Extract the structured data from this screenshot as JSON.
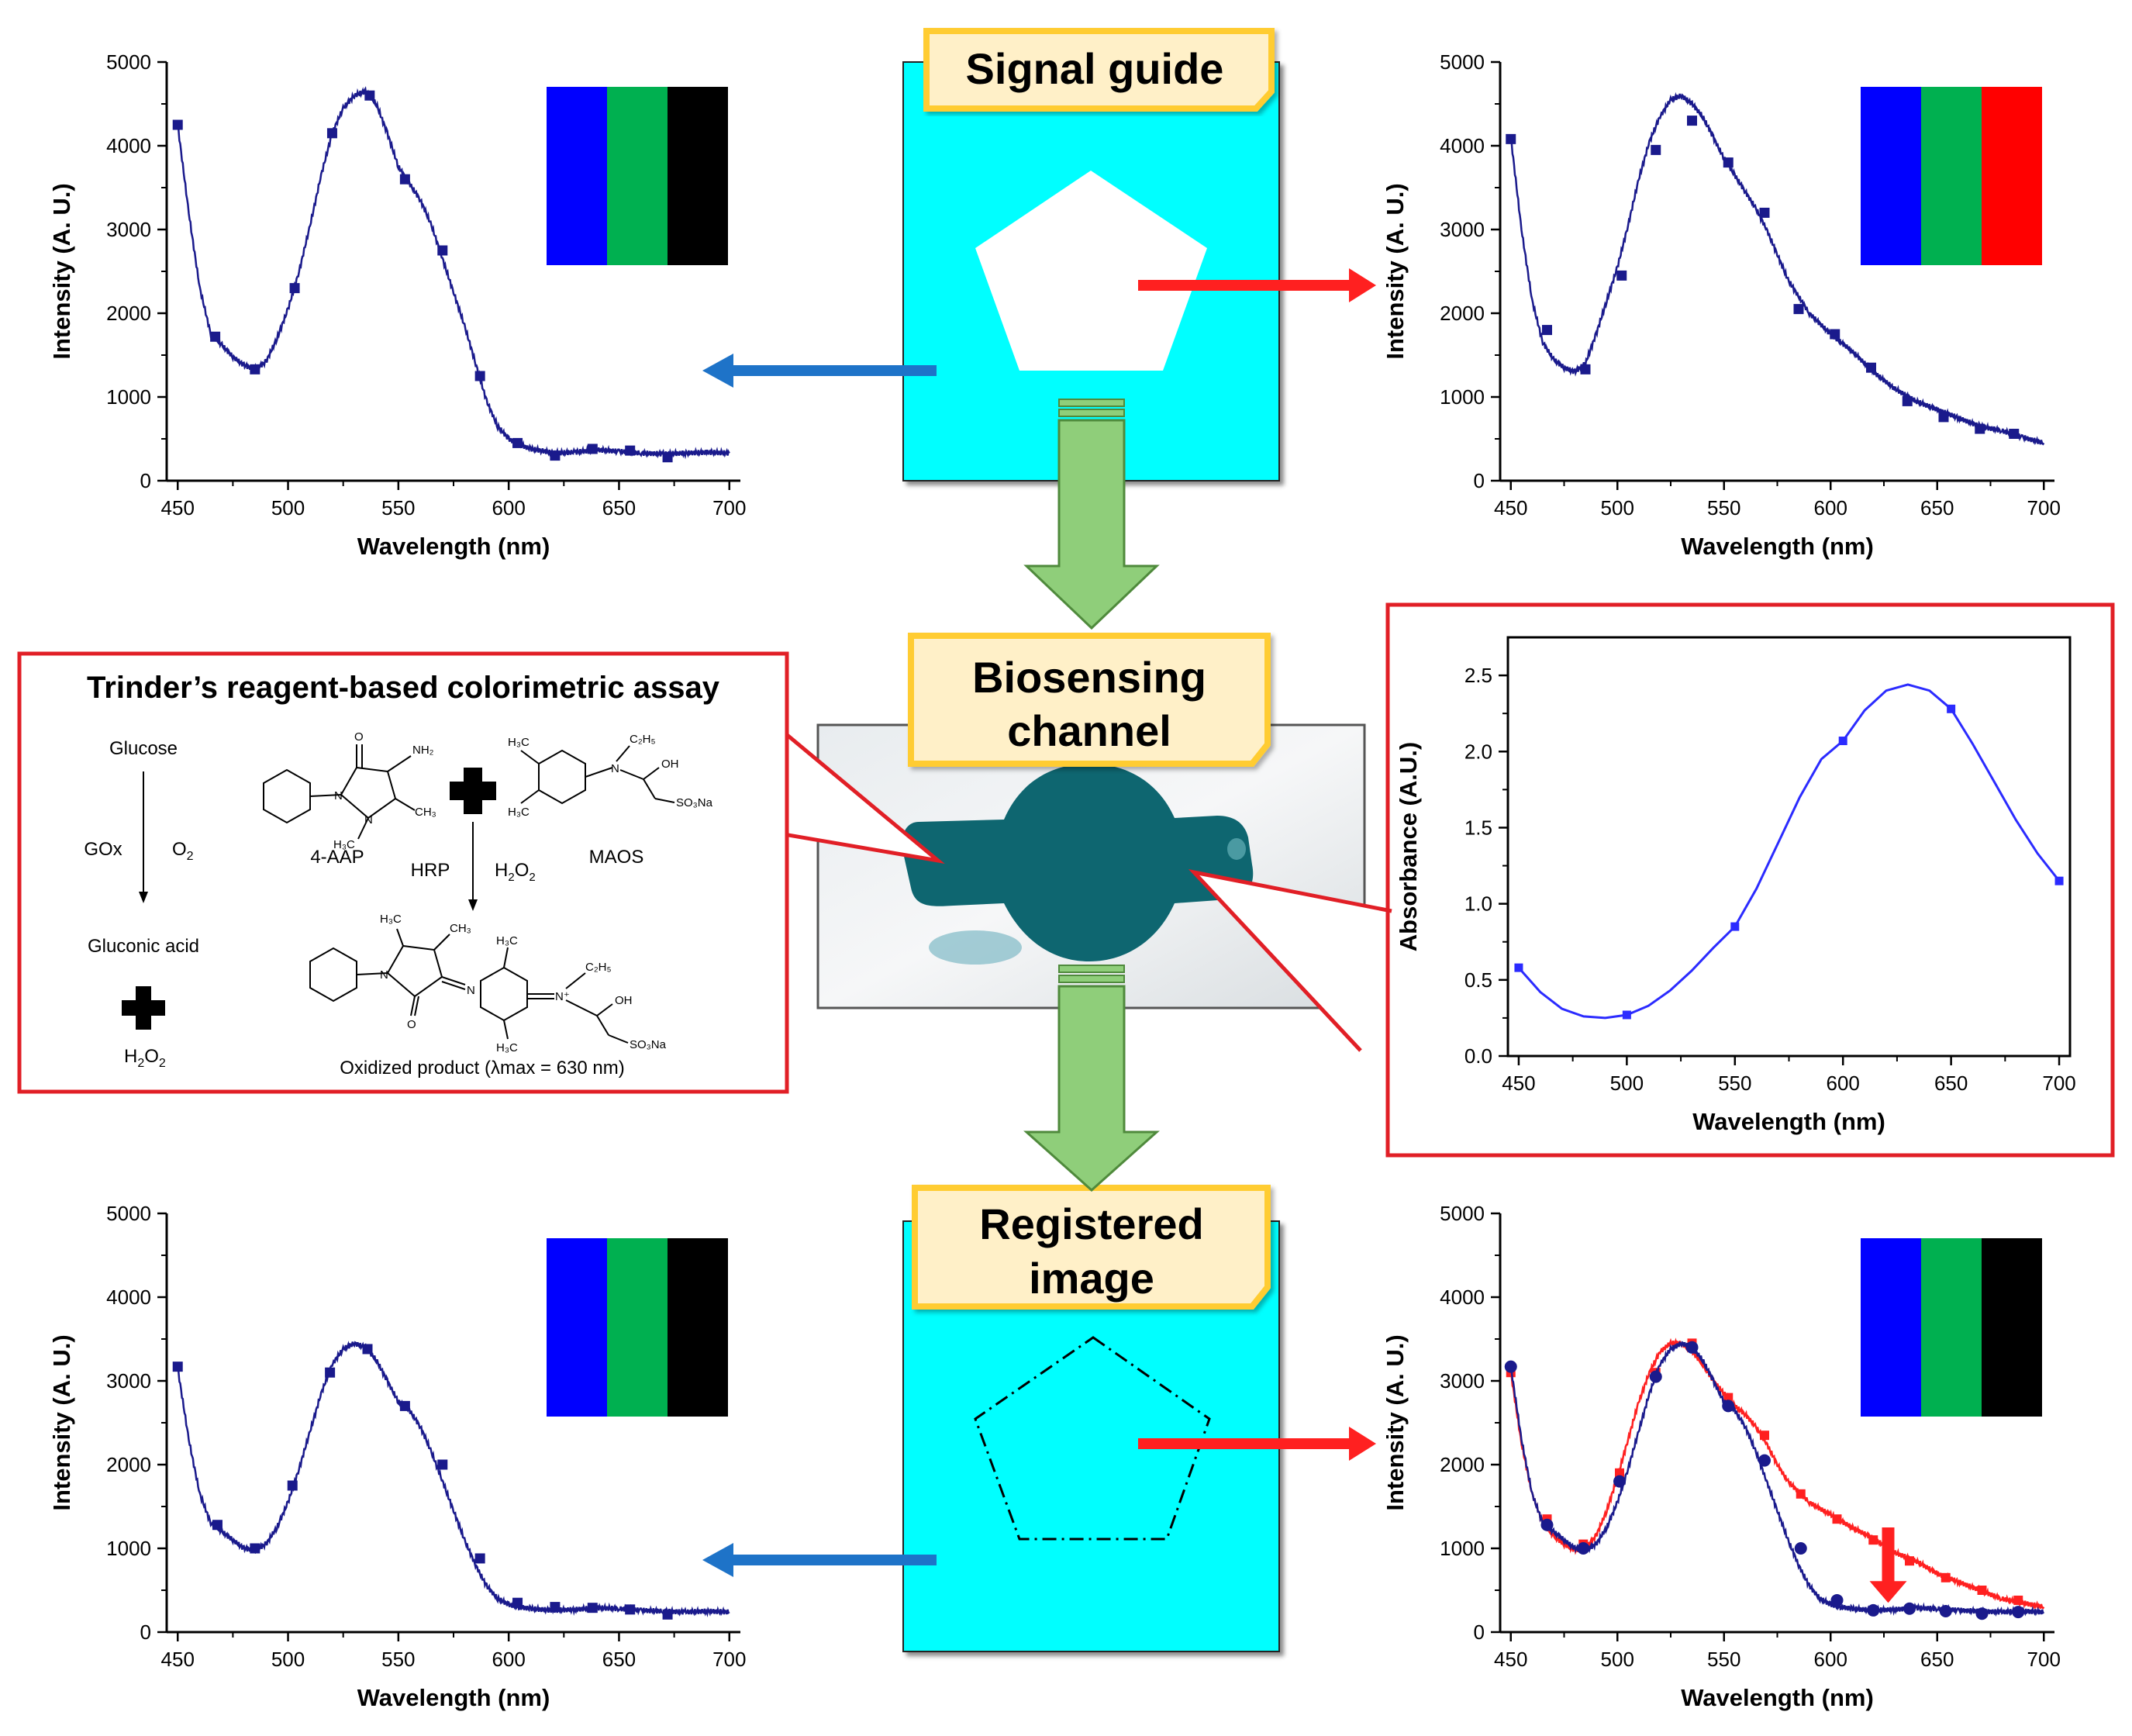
{
  "colors": {
    "spectrum_line": "#1a1a8c",
    "marker": "#1a1a8c",
    "absorbance_line": "#2b2bff",
    "red_line": "#ff2020",
    "panel_cyan": "#00ffff",
    "banner_fill": "#fff0c8",
    "banner_border": "#ffcc33",
    "arrow_green": "#8fce7a",
    "arrow_green_edge": "#4f8a3c",
    "arrow_red": "#ff2020",
    "arrow_blue": "#1e73c8",
    "frame_red": "#e11f26",
    "channel_teal": "#0e6670",
    "swatch_blue": "#0000ff",
    "swatch_green": "#00b050",
    "swatch_black": "#000000",
    "swatch_red": "#ff0000"
  },
  "banners": {
    "signal_guide": "Signal guide",
    "biosensing_1": "Biosensing",
    "biosensing_2": "channel",
    "registered_1": "Registered",
    "registered_2": "image"
  },
  "icons": [
    "pentagon-icon",
    "dashed-pentagon-icon",
    "plus-icon",
    "arrow-down-icon",
    "arrow-left-icon",
    "arrow-right-icon"
  ],
  "assay": {
    "title": "Trinder’s reagent-based colorimetric assay",
    "glucose": "Glucose",
    "gox": "GOx",
    "o2": "O",
    "o2_sub": "2",
    "gluconic": "Gluconic acid",
    "h2o2": "H",
    "h2o2_sub1": "2",
    "h2o2_mid": "O",
    "h2o2_sub2": "2",
    "aap": "4-AAP",
    "hrp": "HRP",
    "h2o2_right": "H",
    "h2o2_right_sub1": "2",
    "h2o2_right_mid": "O",
    "h2o2_right_sub2": "2",
    "maos": "MAOS",
    "nh2": "NH₂",
    "ch3": "CH₃",
    "h3c": "H₃C",
    "c2h5": "C₂H₅",
    "oh": "OH",
    "so3na": "SO₃Na",
    "n": "N",
    "nplus": "N⁺",
    "o": "O",
    "product": "Oxidized product (λmax = 630 nm)"
  },
  "chart_data": [
    {
      "id": "top-left",
      "type": "line",
      "xlabel": "Wavelength (nm)",
      "ylabel": "Intensity (A. U.)",
      "xlim": [
        445,
        705
      ],
      "ylim": [
        0,
        5000
      ],
      "xticks": [
        450,
        500,
        550,
        600,
        650,
        700
      ],
      "yticks": [
        0,
        1000,
        2000,
        3000,
        4000,
        5000
      ],
      "swatches": [
        "blue",
        "green",
        "black"
      ],
      "series": [
        {
          "x": [
            450,
            455,
            460,
            465,
            470,
            475,
            480,
            485,
            490,
            495,
            500,
            505,
            510,
            515,
            520,
            525,
            530,
            535,
            540,
            545,
            550,
            555,
            560,
            565,
            570,
            575,
            580,
            585,
            590,
            595,
            600,
            605,
            610,
            615,
            620,
            630,
            640,
            650,
            660,
            670,
            680,
            690,
            700
          ],
          "y": [
            4250,
            3200,
            2300,
            1750,
            1620,
            1480,
            1380,
            1330,
            1420,
            1700,
            2050,
            2500,
            3050,
            3650,
            4150,
            4450,
            4600,
            4650,
            4500,
            4150,
            3750,
            3550,
            3350,
            3050,
            2650,
            2250,
            1850,
            1400,
            950,
            650,
            500,
            430,
            380,
            360,
            330,
            340,
            370,
            350,
            330,
            320,
            330,
            340,
            330
          ],
          "markers": [
            [
              450,
              4250
            ],
            [
              467,
              1720
            ],
            [
              485,
              1330
            ],
            [
              503,
              2300
            ],
            [
              520,
              4150
            ],
            [
              537,
              4600
            ],
            [
              553,
              3600
            ],
            [
              570,
              2750
            ],
            [
              587,
              1250
            ],
            [
              604,
              450
            ],
            [
              621,
              300
            ],
            [
              638,
              380
            ],
            [
              655,
              360
            ],
            [
              672,
              280
            ]
          ]
        }
      ]
    },
    {
      "id": "top-right",
      "type": "line",
      "xlabel": "Wavelength (nm)",
      "ylabel": "Intensity (A. U.)",
      "xlim": [
        445,
        705
      ],
      "ylim": [
        0,
        5000
      ],
      "xticks": [
        450,
        500,
        550,
        600,
        650,
        700
      ],
      "yticks": [
        0,
        1000,
        2000,
        3000,
        4000,
        5000
      ],
      "swatches": [
        "blue",
        "green",
        "red"
      ],
      "series": [
        {
          "x": [
            450,
            455,
            460,
            465,
            470,
            475,
            480,
            485,
            490,
            495,
            500,
            505,
            510,
            515,
            520,
            525,
            530,
            535,
            540,
            545,
            550,
            555,
            560,
            565,
            570,
            575,
            580,
            590,
            600,
            610,
            620,
            630,
            640,
            650,
            660,
            670,
            680,
            690,
            700
          ],
          "y": [
            4100,
            3000,
            2150,
            1650,
            1450,
            1350,
            1300,
            1400,
            1750,
            2150,
            2550,
            3050,
            3600,
            4050,
            4350,
            4550,
            4600,
            4500,
            4350,
            4100,
            3850,
            3650,
            3450,
            3250,
            3000,
            2700,
            2400,
            2000,
            1750,
            1550,
            1300,
            1100,
            950,
            850,
            750,
            650,
            600,
            520,
            450
          ],
          "markers": [
            [
              450,
              4080
            ],
            [
              467,
              1800
            ],
            [
              485,
              1330
            ],
            [
              502,
              2450
            ],
            [
              518,
              3950
            ],
            [
              535,
              4300
            ],
            [
              552,
              3800
            ],
            [
              569,
              3200
            ],
            [
              585,
              2050
            ],
            [
              602,
              1750
            ],
            [
              619,
              1350
            ],
            [
              636,
              950
            ],
            [
              653,
              760
            ],
            [
              670,
              620
            ],
            [
              686,
              560
            ]
          ]
        }
      ]
    },
    {
      "id": "bottom-left",
      "type": "line",
      "xlabel": "Wavelength (nm)",
      "ylabel": "Intensity (A. U.)",
      "xlim": [
        445,
        705
      ],
      "ylim": [
        0,
        5000
      ],
      "xticks": [
        450,
        500,
        550,
        600,
        650,
        700
      ],
      "yticks": [
        0,
        1000,
        2000,
        3000,
        4000,
        5000
      ],
      "swatches": [
        "blue",
        "green",
        "black"
      ],
      "series": [
        {
          "x": [
            450,
            455,
            460,
            465,
            470,
            475,
            480,
            485,
            490,
            495,
            500,
            505,
            510,
            515,
            520,
            525,
            530,
            535,
            540,
            545,
            550,
            555,
            560,
            565,
            570,
            575,
            580,
            585,
            590,
            595,
            600,
            605,
            610,
            620,
            630,
            640,
            650,
            660,
            670,
            680,
            690,
            700
          ],
          "y": [
            3150,
            2300,
            1650,
            1300,
            1200,
            1100,
            1000,
            980,
            1050,
            1250,
            1550,
            1950,
            2400,
            2850,
            3200,
            3380,
            3450,
            3400,
            3250,
            3000,
            2750,
            2650,
            2450,
            2150,
            1800,
            1450,
            1100,
            800,
            550,
            400,
            330,
            300,
            280,
            260,
            270,
            290,
            280,
            260,
            250,
            240,
            250,
            240
          ],
          "markers": [
            [
              450,
              3170
            ],
            [
              468,
              1280
            ],
            [
              485,
              1000
            ],
            [
              502,
              1750
            ],
            [
              519,
              3100
            ],
            [
              536,
              3380
            ],
            [
              553,
              2700
            ],
            [
              570,
              2000
            ],
            [
              587,
              880
            ],
            [
              604,
              350
            ],
            [
              621,
              300
            ],
            [
              638,
              290
            ],
            [
              655,
              270
            ],
            [
              672,
              210
            ]
          ]
        }
      ]
    },
    {
      "id": "bottom-right",
      "type": "line",
      "xlabel": "Wavelength (nm)",
      "ylabel": "Intensity (A. U.)",
      "xlim": [
        445,
        705
      ],
      "ylim": [
        0,
        5000
      ],
      "xticks": [
        450,
        500,
        550,
        600,
        650,
        700
      ],
      "yticks": [
        0,
        1000,
        2000,
        3000,
        4000,
        5000
      ],
      "swatches": [
        "blue",
        "green",
        "black"
      ],
      "series": [
        {
          "color": "red",
          "x": [
            450,
            455,
            460,
            465,
            470,
            475,
            480,
            485,
            490,
            495,
            500,
            505,
            510,
            515,
            520,
            525,
            530,
            535,
            540,
            545,
            550,
            555,
            560,
            565,
            570,
            575,
            580,
            590,
            600,
            610,
            620,
            630,
            640,
            650,
            660,
            670,
            680,
            690,
            700
          ],
          "y": [
            3100,
            2250,
            1650,
            1300,
            1150,
            1050,
            980,
            1000,
            1150,
            1450,
            1850,
            2300,
            2750,
            3100,
            3350,
            3450,
            3450,
            3350,
            3200,
            3000,
            2850,
            2700,
            2600,
            2450,
            2250,
            2000,
            1800,
            1550,
            1400,
            1250,
            1120,
            950,
            850,
            700,
            600,
            500,
            400,
            350,
            300
          ],
          "markers": [
            [
              450,
              3100
            ],
            [
              467,
              1350
            ],
            [
              484,
              1050
            ],
            [
              501,
              1900
            ],
            [
              518,
              3100
            ],
            [
              535,
              3450
            ],
            [
              552,
              2800
            ],
            [
              569,
              2350
            ],
            [
              586,
              1650
            ],
            [
              603,
              1350
            ],
            [
              620,
              1100
            ],
            [
              637,
              850
            ],
            [
              654,
              650
            ],
            [
              671,
              500
            ],
            [
              688,
              380
            ]
          ]
        },
        {
          "color": "navy",
          "x": [
            450,
            455,
            460,
            465,
            470,
            475,
            480,
            485,
            490,
            495,
            500,
            505,
            510,
            515,
            520,
            525,
            530,
            535,
            540,
            545,
            550,
            555,
            560,
            565,
            570,
            575,
            580,
            585,
            590,
            595,
            600,
            605,
            610,
            620,
            630,
            640,
            650,
            660,
            670,
            680,
            690,
            700
          ],
          "y": [
            3170,
            2300,
            1650,
            1300,
            1200,
            1100,
            1000,
            980,
            1050,
            1250,
            1550,
            1950,
            2400,
            2850,
            3200,
            3380,
            3450,
            3400,
            3250,
            3000,
            2750,
            2650,
            2450,
            2150,
            1800,
            1450,
            1100,
            800,
            550,
            400,
            330,
            300,
            280,
            260,
            270,
            290,
            280,
            260,
            250,
            240,
            250,
            240
          ],
          "markers": [
            [
              450,
              3170
            ],
            [
              467,
              1280
            ],
            [
              484,
              1000
            ],
            [
              501,
              1800
            ],
            [
              518,
              3050
            ],
            [
              535,
              3400
            ],
            [
              552,
              2700
            ],
            [
              569,
              2050
            ],
            [
              586,
              1000
            ],
            [
              603,
              380
            ],
            [
              620,
              260
            ],
            [
              637,
              280
            ],
            [
              654,
              250
            ],
            [
              671,
              220
            ],
            [
              688,
              240
            ]
          ]
        }
      ],
      "annotation_arrow_x": 627
    },
    {
      "id": "absorbance",
      "type": "line",
      "xlabel": "Wavelength (nm)",
      "ylabel": "Absorbance (A.U.)",
      "xlim": [
        445,
        705
      ],
      "ylim": [
        0,
        2.75
      ],
      "xticks": [
        450,
        500,
        550,
        600,
        650,
        700
      ],
      "yticks": [
        0.0,
        0.5,
        1.0,
        1.5,
        2.0,
        2.5
      ],
      "yticklabels": [
        "0.0",
        "0.5",
        "1.0",
        "1.5",
        "2.0",
        "2.5"
      ],
      "series": [
        {
          "x": [
            450,
            500,
            550,
            600,
            650,
            700
          ],
          "y": [
            0.58,
            0.27,
            0.85,
            2.07,
            2.28,
            1.15
          ],
          "curve": [
            [
              450,
              0.58
            ],
            [
              460,
              0.42
            ],
            [
              470,
              0.31
            ],
            [
              480,
              0.26
            ],
            [
              490,
              0.25
            ],
            [
              500,
              0.27
            ],
            [
              510,
              0.33
            ],
            [
              520,
              0.43
            ],
            [
              530,
              0.56
            ],
            [
              540,
              0.71
            ],
            [
              550,
              0.85
            ],
            [
              560,
              1.1
            ],
            [
              570,
              1.4
            ],
            [
              580,
              1.7
            ],
            [
              590,
              1.95
            ],
            [
              600,
              2.07
            ],
            [
              610,
              2.27
            ],
            [
              620,
              2.4
            ],
            [
              630,
              2.44
            ],
            [
              640,
              2.4
            ],
            [
              650,
              2.28
            ],
            [
              660,
              2.05
            ],
            [
              670,
              1.8
            ],
            [
              680,
              1.55
            ],
            [
              690,
              1.33
            ],
            [
              700,
              1.15
            ]
          ]
        }
      ]
    }
  ]
}
